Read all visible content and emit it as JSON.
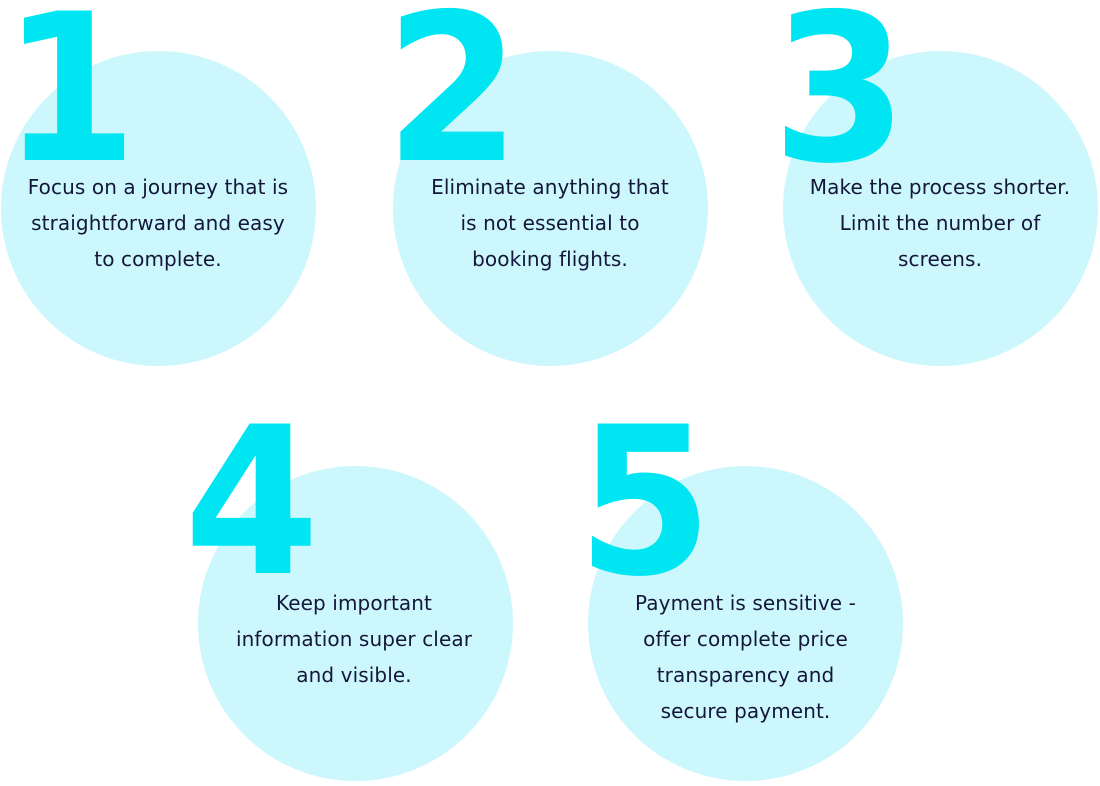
{
  "steps": [
    {
      "number": "1",
      "text": "Focus on a journey that is\nstraightforward and easy\nto complete."
    },
    {
      "number": "2",
      "text": "Eliminate anything that\nis not essential to\nbooking flights."
    },
    {
      "number": "3",
      "text": "Make the process shorter.\nLimit the number of\nscreens."
    },
    {
      "number": "4",
      "text": "Keep important\ninformation super clear\nand visible."
    },
    {
      "number": "5",
      "text": "Payment is sensitive -\noffer complete price\ntransparency and\nsecure payment."
    }
  ],
  "colors": {
    "circle_fill": "#ccf7fc",
    "number_color": "#00e5f2",
    "text_color": "#14163a"
  }
}
